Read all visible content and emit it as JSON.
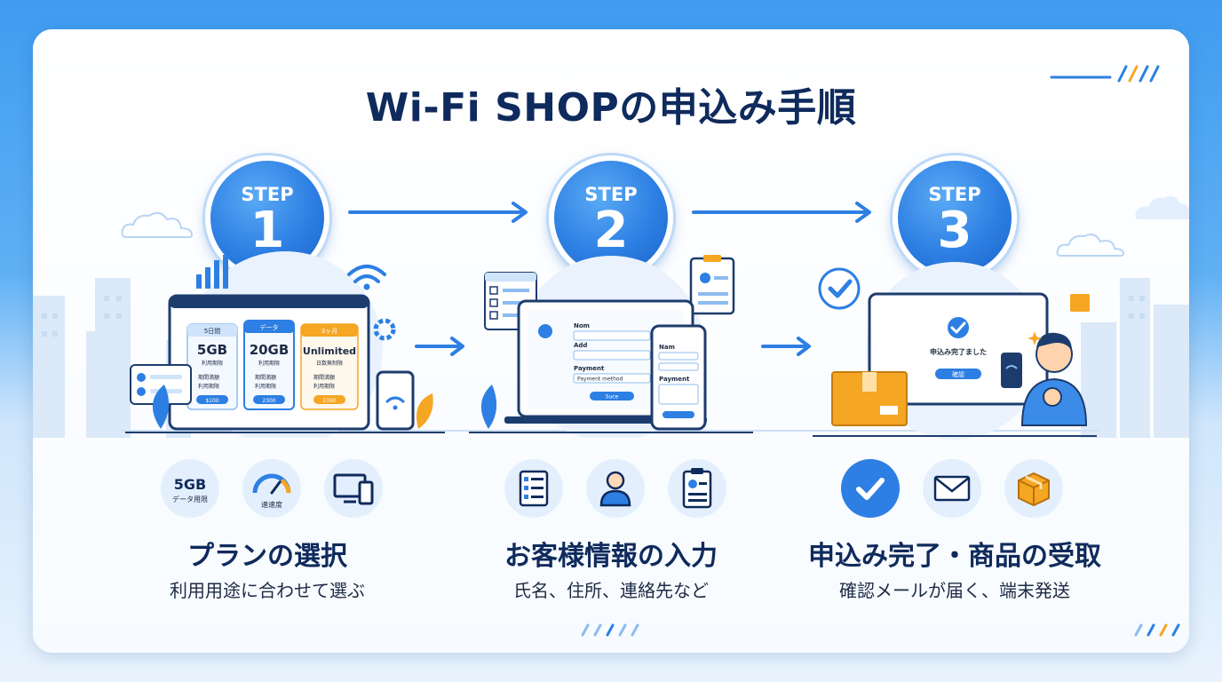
{
  "title": "Wi-Fi SHOPの申込み手順",
  "colors": {
    "primary": "#2d7fe3",
    "dark_text": "#0f2a5c",
    "accent_orange": "#f5a623",
    "light_blue": "#e3effc"
  },
  "steps": [
    {
      "step_label": "STEP",
      "number": "1",
      "heading": "プランの選択",
      "description": "利用用途に合わせて選ぶ",
      "plans": [
        {
          "top": "5日間",
          "name": "5GB",
          "subtitle": "利用期限",
          "f1": "期間満額",
          "f2": "利用期限",
          "price": "$100"
        },
        {
          "top": "データ",
          "name": "20GB",
          "subtitle": "利用期限",
          "f1": "期間満額",
          "f2": "利用期限",
          "price": "2300"
        },
        {
          "top": "3ヶ月",
          "name": "Unlimited",
          "subtitle": "日数無制限",
          "f1": "期間満額",
          "f2": "利用期限",
          "price": "2390"
        }
      ],
      "icons": [
        {
          "name": "data-limit-icon",
          "text": "5GB",
          "caption": "データ用限"
        },
        {
          "name": "speed-gauge-icon",
          "caption": "速速度"
        },
        {
          "name": "devices-icon"
        }
      ]
    },
    {
      "step_label": "STEP",
      "number": "2",
      "heading": "お客様情報の入力",
      "description": "氏名、住所、連絡先など",
      "form": {
        "name_label": "Nom",
        "address_label": "Add",
        "payment_label": "Payment",
        "payment_select": "Payment method",
        "submit": "Suce"
      },
      "phone_form": {
        "name_label": "Nam",
        "payment_label": "Payment"
      },
      "icons": [
        {
          "name": "form-list-icon"
        },
        {
          "name": "user-icon"
        },
        {
          "name": "clipboard-icon"
        }
      ]
    },
    {
      "step_label": "STEP",
      "number": "3",
      "heading": "申込み完了・商品の受取",
      "description": "確認メールが届く、端末発送",
      "confirm_text": "申込み完了ました",
      "confirm_button": "確認",
      "icons": [
        {
          "name": "check-icon"
        },
        {
          "name": "mail-icon"
        },
        {
          "name": "package-icon"
        }
      ]
    }
  ]
}
